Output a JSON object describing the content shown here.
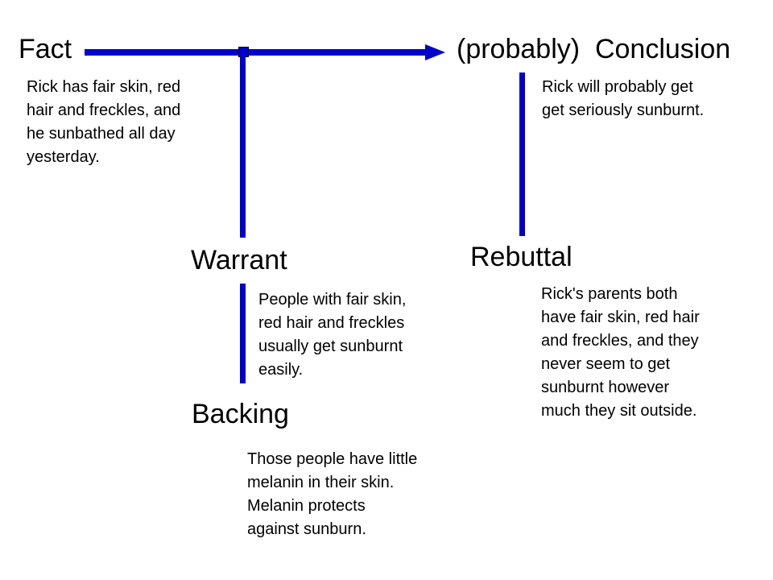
{
  "diagram": {
    "title": "Toulmin argument diagram",
    "accent_color": "#0000CC",
    "nodes": {
      "fact": {
        "label": "Fact",
        "text": "Rick has fair skin, red\nhair and freckles, and\nhe sunbathed all day\nyesterday."
      },
      "conclusion": {
        "label": "(probably)  Conclusion",
        "text": "Rick will probably get\nget seriously sunburnt."
      },
      "warrant": {
        "label": "Warrant",
        "text": "People with fair skin,\nred hair and freckles\nusually get sunburnt\neasily."
      },
      "backing": {
        "label": "Backing",
        "text": "Those people have little\nmelanin in their skin.\nMelanin protects\nagainst sunburn."
      },
      "rebuttal": {
        "label": "Rebuttal",
        "text": "Rick's parents both\nhave fair skin, red hair\nand freckles, and they\nnever seem to get\nsunburnt however\nmuch they sit outside."
      }
    },
    "connectors": {
      "fact_to_conclusion": "arrow-right",
      "warrant_under_arrow": "vertical-line",
      "warrant_to_backing": "vertical-line",
      "conclusion_to_rebuttal": "vertical-line"
    }
  }
}
